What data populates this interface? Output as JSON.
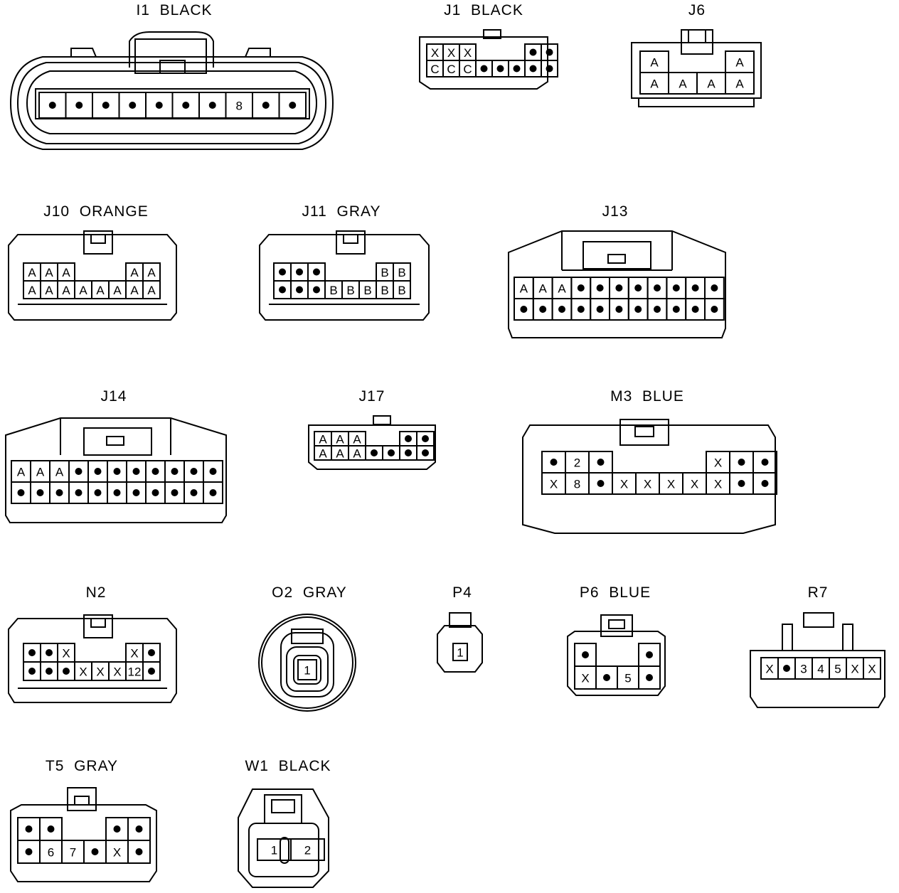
{
  "connectors": {
    "I1": {
      "title": "I1  BLACK",
      "rows": [
        [
          "•",
          "•",
          "•",
          "•",
          "•",
          "•",
          "•",
          "8",
          "•",
          "•"
        ]
      ]
    },
    "J1": {
      "title": "J1  BLACK",
      "rows": [
        [
          "X",
          "X",
          "X",
          "",
          "",
          "",
          "•",
          "•"
        ],
        [
          "C",
          "C",
          "C",
          "•",
          "•",
          "•",
          "•",
          "•"
        ]
      ]
    },
    "J6": {
      "title": "J6",
      "rows": [
        [
          "A",
          "",
          "",
          "A"
        ],
        [
          "A",
          "A",
          "A",
          "A"
        ]
      ]
    },
    "J10": {
      "title": "J10  ORANGE",
      "rows": [
        [
          "A",
          "A",
          "A",
          "",
          "",
          "",
          "A",
          "A"
        ],
        [
          "A",
          "A",
          "A",
          "A",
          "A",
          "A",
          "A",
          "A"
        ]
      ]
    },
    "J11": {
      "title": "J11  GRAY",
      "rows": [
        [
          "•",
          "•",
          "•",
          "",
          "",
          "",
          "B",
          "B"
        ],
        [
          "•",
          "•",
          "•",
          "B",
          "B",
          "B",
          "B",
          "B"
        ]
      ]
    },
    "J13": {
      "title": "J13",
      "rows": [
        [
          "A",
          "A",
          "A",
          "•",
          "•",
          "•",
          "•",
          "•",
          "•",
          "•",
          "•"
        ],
        [
          "•",
          "•",
          "•",
          "•",
          "•",
          "•",
          "•",
          "•",
          "•",
          "•",
          "•"
        ]
      ]
    },
    "J14": {
      "title": "J14",
      "rows": [
        [
          "A",
          "A",
          "A",
          "•",
          "•",
          "•",
          "•",
          "•",
          "•",
          "•",
          "•"
        ],
        [
          "•",
          "•",
          "•",
          "•",
          "•",
          "•",
          "•",
          "•",
          "•",
          "•",
          "•"
        ]
      ]
    },
    "J17": {
      "title": "J17",
      "rows": [
        [
          "A",
          "A",
          "A",
          "",
          "",
          "•",
          "•"
        ],
        [
          "A",
          "A",
          "A",
          "•",
          "•",
          "•",
          "•"
        ]
      ]
    },
    "M3": {
      "title": "M3  BLUE",
      "rows": [
        [
          "•",
          "2",
          "•",
          "",
          "",
          "",
          "",
          "X",
          "•",
          "•"
        ],
        [
          "X",
          "8",
          "•",
          "X",
          "X",
          "X",
          "X",
          "X",
          "•",
          "•"
        ]
      ]
    },
    "N2": {
      "title": "N2",
      "rows": [
        [
          "•",
          "•",
          "X",
          "",
          "",
          "",
          "X",
          "•"
        ],
        [
          "•",
          "•",
          "•",
          "X",
          "X",
          "X",
          "12",
          "•"
        ]
      ]
    },
    "O2": {
      "title": "O2  GRAY",
      "rows": [
        [
          "1"
        ]
      ]
    },
    "P4": {
      "title": "P4",
      "rows": [
        [
          "1"
        ]
      ]
    },
    "P6": {
      "title": "P6  BLUE",
      "rows": [
        [
          "•",
          "",
          "",
          "•"
        ],
        [
          "X",
          "•",
          "5",
          "•"
        ]
      ]
    },
    "R7": {
      "title": "R7",
      "rows": [
        [
          "X",
          "•",
          "3",
          "4",
          "5",
          "X",
          "X"
        ]
      ]
    },
    "T5": {
      "title": "T5  GRAY",
      "rows": [
        [
          "•",
          "•",
          "",
          "",
          "•",
          "•"
        ],
        [
          "•",
          "6",
          "7",
          "•",
          "X",
          "•"
        ]
      ]
    },
    "W1": {
      "title": "W1  BLACK",
      "rows": [
        [
          "1",
          "2"
        ]
      ]
    }
  }
}
